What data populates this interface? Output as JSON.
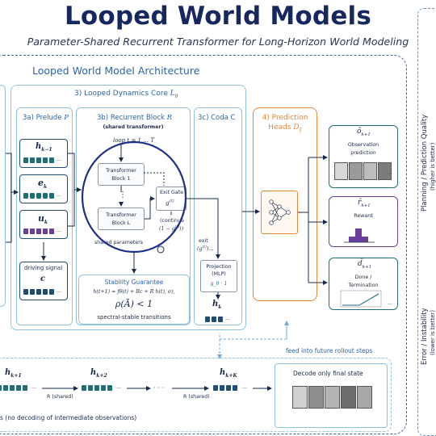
{
  "header": {
    "title": "Looped World Models",
    "subtitle": "Parameter-Shared Recurrent Transformer for Long-Horizon World Modeling"
  },
  "arch": {
    "label": "Looped World Model Architecture",
    "core_label": "3) Looped Dynamics Core",
    "core_symbol": "L",
    "core_sub": "θ"
  },
  "prelude": {
    "label": "3a) Prelude",
    "symbol": "P",
    "h_prev": "h",
    "h_prev_sub": "k−1",
    "e": "e",
    "e_sub": "k",
    "u": "u",
    "u_sub": "k",
    "driving_label": "driving signal",
    "c": "c"
  },
  "recurrent": {
    "label": "3b) Recurrent Block",
    "symbol": "R",
    "shared": "(shared transformer)",
    "loop": "loop t = 1 … T",
    "block1_a": "Transformer",
    "block1_b": "Block 1",
    "blockL_a": "Transformer",
    "blockL_b": "Block L",
    "dots": "⋮",
    "exit_gate": "Exit Gate",
    "gate_sym": "g",
    "gate_sup": "(t)",
    "continue_a": "(continue",
    "continue_b": "(1 − g",
    "continue_c": "(t)",
    "continue_d": "))",
    "shared_params": "shared parameters"
  },
  "stability": {
    "title": "Stability Guarantee",
    "eq1": "h(t+1) = fθ(t) + Bc + R h(t), σ),",
    "eq2": "ρ(Ā) < 1",
    "caption": "spectral-stable transitions"
  },
  "coda": {
    "label": "3c) Coda",
    "symbol": "C",
    "exit": "exit",
    "exit_g": "(g",
    "exit_sup": "(t)",
    "exit_tail": ")…",
    "proj_a": "Projection",
    "proj_b": "(MLP)",
    "g_label": "g_θ · 1",
    "h_out": "h",
    "h_out_sub": "k"
  },
  "heads": {
    "label_a": "4) Prediction",
    "label_b": "Heads",
    "symbol": "D",
    "symbol_sub": "ξ",
    "obs_sym": "ô",
    "obs_sub": "k+1",
    "obs_a": "Observation",
    "obs_b": "prediction",
    "rew_sym": "r̂",
    "rew_sub": "k+1",
    "rew": "Reward",
    "done_sym": "d̂",
    "done_sub": "k+1",
    "done_a": "Done /",
    "done_b": "Termination",
    "ellipsis": "..."
  },
  "rollout": {
    "feed_label": "feed into future rollout steps",
    "h1": "h",
    "h1_sub": "k+1",
    "h2": "h",
    "h2_sub": "k+2",
    "hK": "h",
    "hK_sub": "k+K",
    "r1": "R (shared)",
    "r2": "R (shared)",
    "dots": "· · ·",
    "decode": "Decode only final state",
    "no_decode": "s (no decoding of intermediate observations)"
  },
  "side": {
    "top": "Planning / Prediction Quality",
    "top_sub": "(higher is better)",
    "bottom": "Error / Instability",
    "bottom_sub": "(lower is better)"
  },
  "colors": {
    "navy": "#1f4e79",
    "teal": "#1f6f78",
    "purple": "#6a3f9c",
    "orange": "#e0893a",
    "blue_border": "#7fb6d9"
  }
}
